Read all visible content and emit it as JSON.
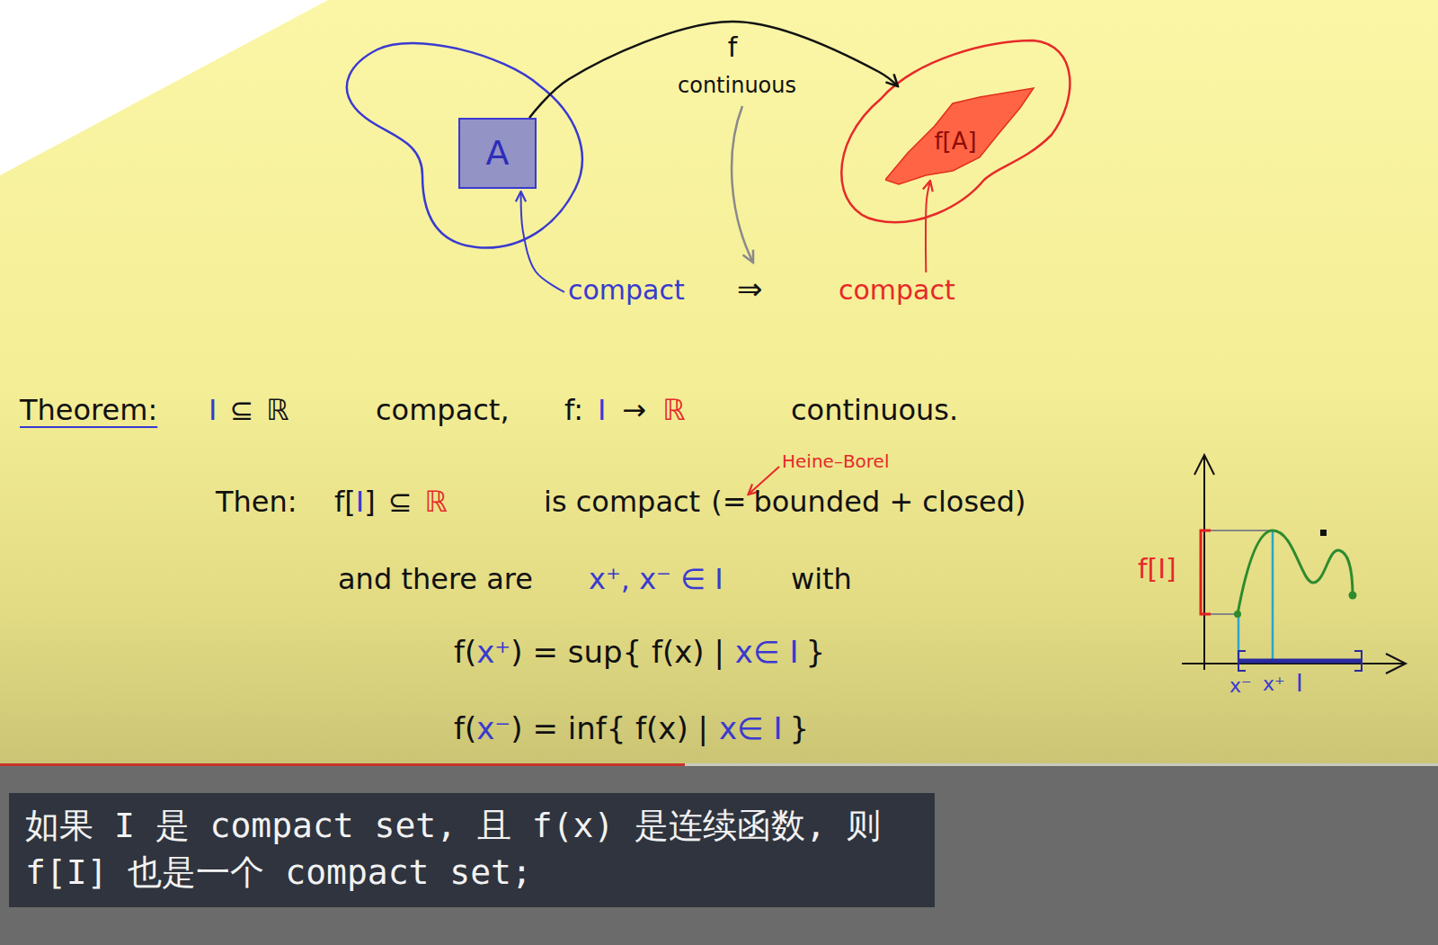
{
  "diagram": {
    "caption": "如果 I 是 compact set, 且 f(x) 是连续函数, 则 f[I] 也是一个 compact set;",
    "nodes": [
      {
        "text": [
          "A"
        ]
      },
      {
        "text": [
          "f[A]"
        ]
      }
    ],
    "edges": [
      {
        "from": 0,
        "to": 1,
        "arrow": "to",
        "label": "f"
      }
    ],
    "labels": [
      "continuous",
      "compact",
      "⇒",
      "compact",
      "Theorem:",
      "I",
      "⊆",
      "ℝ",
      "compact,",
      "f:",
      "I",
      "→",
      "ℝ",
      "continuous.",
      "Then:",
      "f[",
      "I",
      "]",
      "⊆",
      "ℝ",
      "is compact",
      "(=",
      "bounded + closed)",
      "Heine–Borel",
      "and there are",
      "x⁺, x⁻ ∈ I",
      "with",
      "f(",
      "x⁺",
      ") = sup{ f(x) |",
      "x∈ I",
      "}",
      "f(",
      "x⁻",
      ") = inf{ f(x) |",
      "x∈ I",
      "}",
      "f[I]",
      "x⁻",
      "x⁺",
      "I"
    ]
  }
}
